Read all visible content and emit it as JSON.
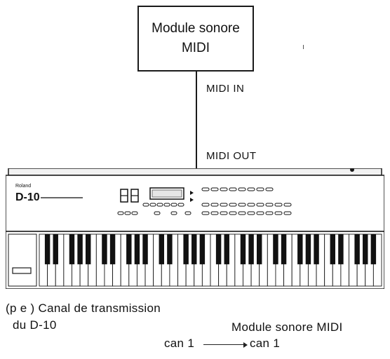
{
  "module_box": {
    "line1": "Module sonore",
    "line2": "MIDI"
  },
  "midi_in_label": "MIDI IN",
  "midi_out_label": "MIDI OUT",
  "keyboard": {
    "brand": "Roland",
    "model": "D-10",
    "white_keys": 42
  },
  "caption": {
    "example_line1": "(p e ) Canal de transmission",
    "example_line2": "du D-10",
    "receiver_label": "Module sonore MIDI",
    "channel_left": "can 1",
    "channel_right": "can 1"
  }
}
